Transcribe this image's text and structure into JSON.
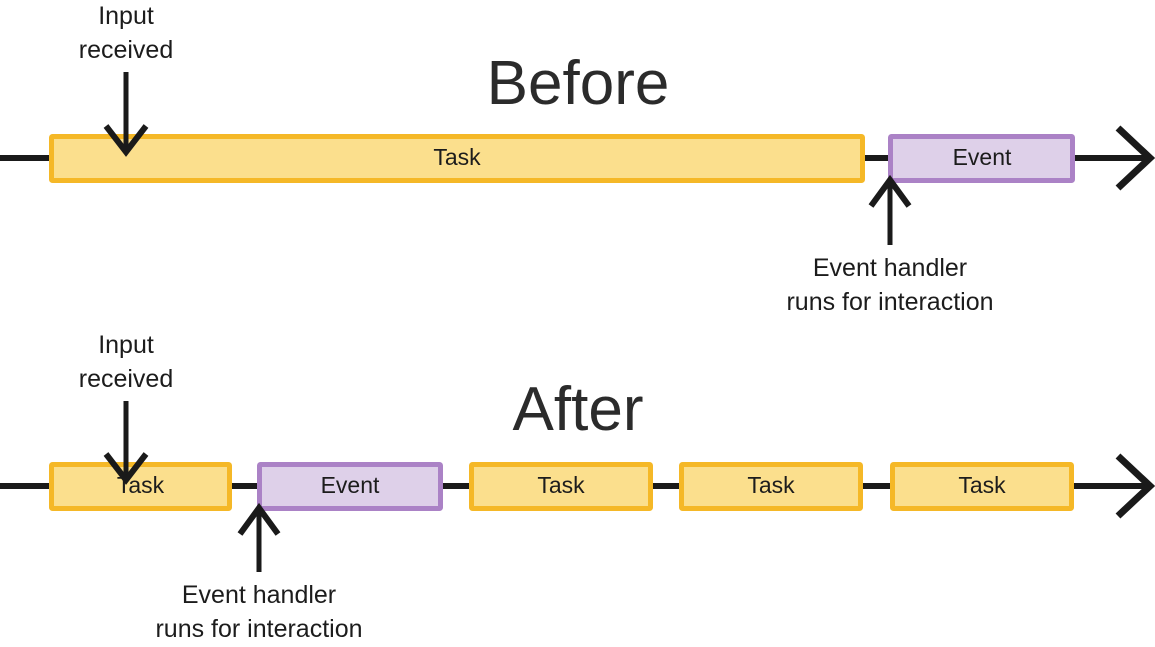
{
  "page": {
    "background_color": "#ffffff",
    "text_color": "#1c1c1c"
  },
  "palette": {
    "task_fill": "#fbdf8d",
    "task_border": "#f5b827",
    "event_fill": "#ded0e9",
    "event_border": "#ab82c6",
    "line_color": "#1a1a1a",
    "title_color": "#2b2b2b"
  },
  "sections": [
    {
      "id": "before",
      "title": "Before",
      "annotations": {
        "input": {
          "line1": "Input",
          "line2": "received"
        },
        "handler": {
          "line1": "Event handler",
          "line2": "runs for interaction"
        }
      },
      "blocks": [
        {
          "type": "task",
          "label": "Task"
        },
        {
          "type": "event",
          "label": "Event"
        }
      ]
    },
    {
      "id": "after",
      "title": "After",
      "annotations": {
        "input": {
          "line1": "Input",
          "line2": "received"
        },
        "handler": {
          "line1": "Event handler",
          "line2": "runs for interaction"
        }
      },
      "blocks": [
        {
          "type": "task",
          "label": "Task"
        },
        {
          "type": "event",
          "label": "Event"
        },
        {
          "type": "task",
          "label": "Task"
        },
        {
          "type": "task",
          "label": "Task"
        },
        {
          "type": "task",
          "label": "Task"
        }
      ]
    }
  ]
}
